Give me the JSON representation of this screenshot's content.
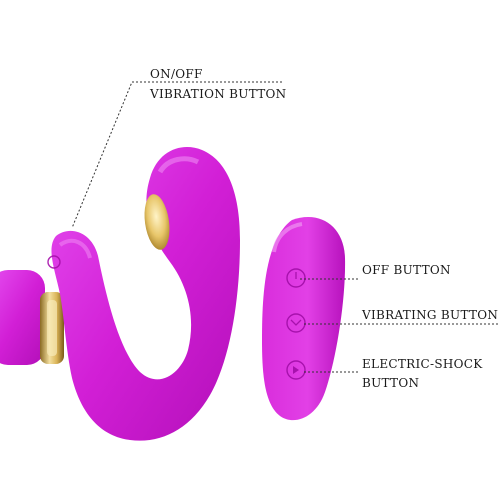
{
  "product": {
    "body_color": "#d21fd6",
    "ring_color": "#e8c66a",
    "callouts": {
      "on_off": [
        "ON/OFF",
        "VIBRATION BUTTON"
      ],
      "off": "OFF BUTTON",
      "vibrating": "VIBRATING BUTTON",
      "electric_shock": [
        "ELECTRIC-SHOCK",
        "BUTTON"
      ]
    }
  }
}
